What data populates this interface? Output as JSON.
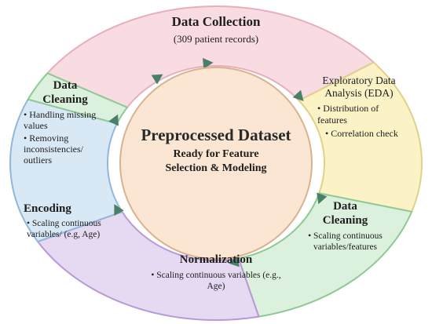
{
  "diagram": {
    "center": {
      "title": "Preprocessed Dataset",
      "subtitle": "Ready for Feature Selection & Modeling"
    },
    "stages": [
      {
        "title": "Data Collection",
        "detail": "(309 patient records)",
        "bullets": [],
        "colors": {
          "fill": "#f8dce2",
          "stroke": "#e7aebd"
        }
      },
      {
        "title": "Exploratory Data Analysis (EDA)",
        "detail": "",
        "bullets": [
          "Distribution of features",
          "Correlation check"
        ],
        "colors": {
          "fill": "#fbf3c6",
          "stroke": "#e1d08a"
        }
      },
      {
        "title": "Data Cleaning",
        "detail": "",
        "bullets": [
          "Scaling continuous variables/features"
        ],
        "colors": {
          "fill": "#dcf1dd",
          "stroke": "#8ec995"
        }
      },
      {
        "title": "Normalization",
        "detail": "",
        "bullets": [
          "Scaling continuous variables (e.g., Age)"
        ],
        "colors": {
          "fill": "#e6d9f2",
          "stroke": "#b79ad5"
        }
      },
      {
        "title": "Encoding",
        "detail": "",
        "bullets": [
          "Scaling continuous variables/ (e.g, Age)"
        ],
        "colors": {
          "fill": "#d9e8f5",
          "stroke": "#91b7d9"
        }
      },
      {
        "title": "Data Cleaning",
        "detail": "",
        "bullets": [
          "Handling missing values",
          "Removing inconsistencies/ outliers"
        ],
        "colors": {
          "fill": "#dcf1dd",
          "stroke": "#8ec995"
        }
      }
    ],
    "colors": {
      "center_fill": "#fae6d2",
      "center_stroke": "#d9b38f",
      "arrow": "#4a7f6a"
    }
  }
}
